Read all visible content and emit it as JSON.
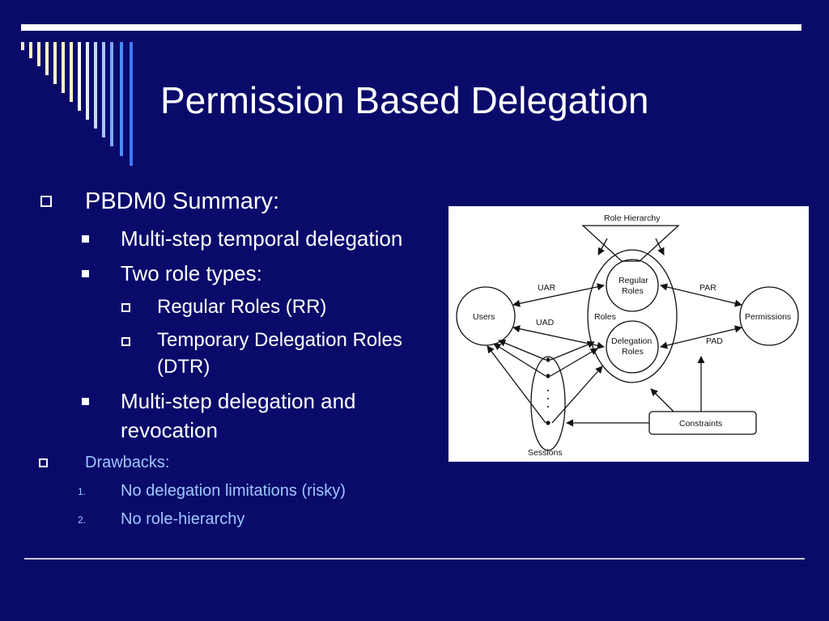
{
  "slide": {
    "title": "Permission Based Delegation",
    "colors": {
      "background": "#0a0a6b",
      "text": "#ffffff",
      "accent_text": "#9ec8ff",
      "stripe_light": "#fbf6c8",
      "stripe_blue": "#3a7bff"
    }
  },
  "content": {
    "level1_heading": "PBDM0 Summary:",
    "level2_items": [
      "Multi-step temporal delegation",
      "Two role types:",
      "Multi-step delegation and",
      "revocation"
    ],
    "level3_items": [
      "Regular Roles (RR)",
      "Temporary Delegation Roles",
      "(DTR)"
    ],
    "drawbacks_heading": "Drawbacks:",
    "drawbacks": [
      {
        "num": "1.",
        "text": "No delegation limitations (risky)"
      },
      {
        "num": "2.",
        "text": "No role-hierarchy"
      }
    ]
  },
  "diagram": {
    "labels": {
      "role_hierarchy": "Role Hierarchy",
      "uar": "UAR",
      "par": "PAR",
      "uad": "UAD",
      "pad": "PAD",
      "users": "Users",
      "permissions": "Permissions",
      "roles": "Roles",
      "regular_roles_1": "Regular",
      "regular_roles_2": "Roles",
      "delegation_roles_1": "Delegation",
      "delegation_roles_2": "Roles",
      "constraints": "Constraints",
      "sessions": "Sessions"
    }
  }
}
